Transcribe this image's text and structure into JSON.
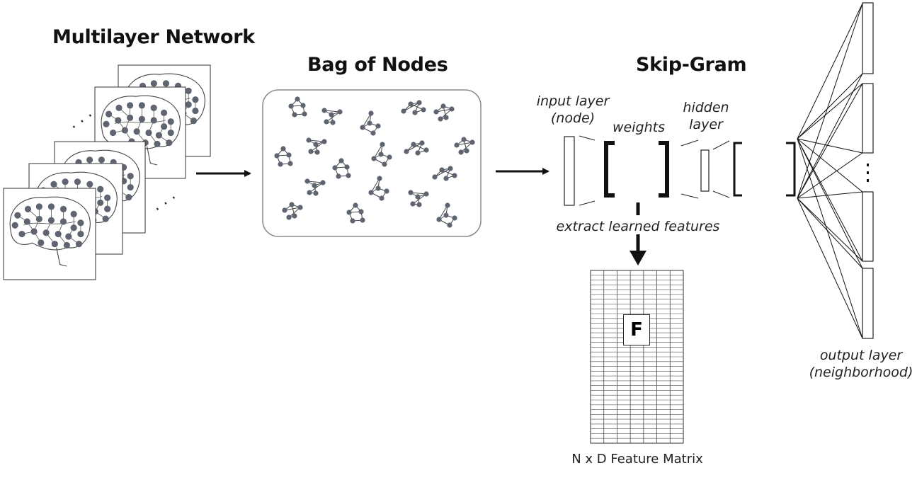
{
  "titles": {
    "multilayer": "Multilayer Network",
    "bag": "Bag of Nodes",
    "skipgram": "Skip-Gram"
  },
  "labels": {
    "input_layer_1": "input layer",
    "input_layer_2": "(node)",
    "weights": "weights",
    "hidden_1": "hidden",
    "hidden_2": "layer",
    "extract": "extract learned features",
    "matrix_symbol": "F",
    "matrix_caption": "N x D Feature Matrix",
    "output_1": "output layer",
    "output_2": "(neighborhood)"
  },
  "colors": {
    "node": "#5e6470",
    "line": "#111111",
    "panel_border": "#8a8a8a"
  }
}
